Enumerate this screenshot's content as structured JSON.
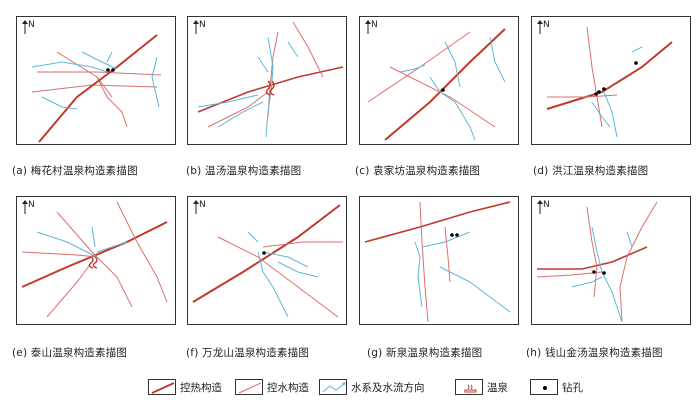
{
  "north_label": "N",
  "panels": [
    {
      "caption": "(a) 梅花村温泉构造素描图"
    },
    {
      "caption": "(b) 温汤温泉构造素描图"
    },
    {
      "caption": "(c) 袁家坊温泉构造素描图"
    },
    {
      "caption": "(d) 洪江温泉构造素描图"
    },
    {
      "caption": "(e) 泰山温泉构造素描图"
    },
    {
      "caption": "(f) 万龙山温泉构造素描图"
    },
    {
      "caption": "(g) 新泉温泉构造素描图"
    },
    {
      "caption": "(h) 钱山金汤温泉构造素描图"
    }
  ],
  "legend": {
    "heat_structure": "控热构造",
    "water_structure": "控水构造",
    "water_system": "水系及水流方向",
    "hot_spring": "温泉",
    "borehole": "钻孔"
  },
  "colors": {
    "heat_structure": "#c0392b",
    "water_structure": "#d9706f",
    "water_system": "#5bb8d8",
    "borehole": "#000000"
  }
}
